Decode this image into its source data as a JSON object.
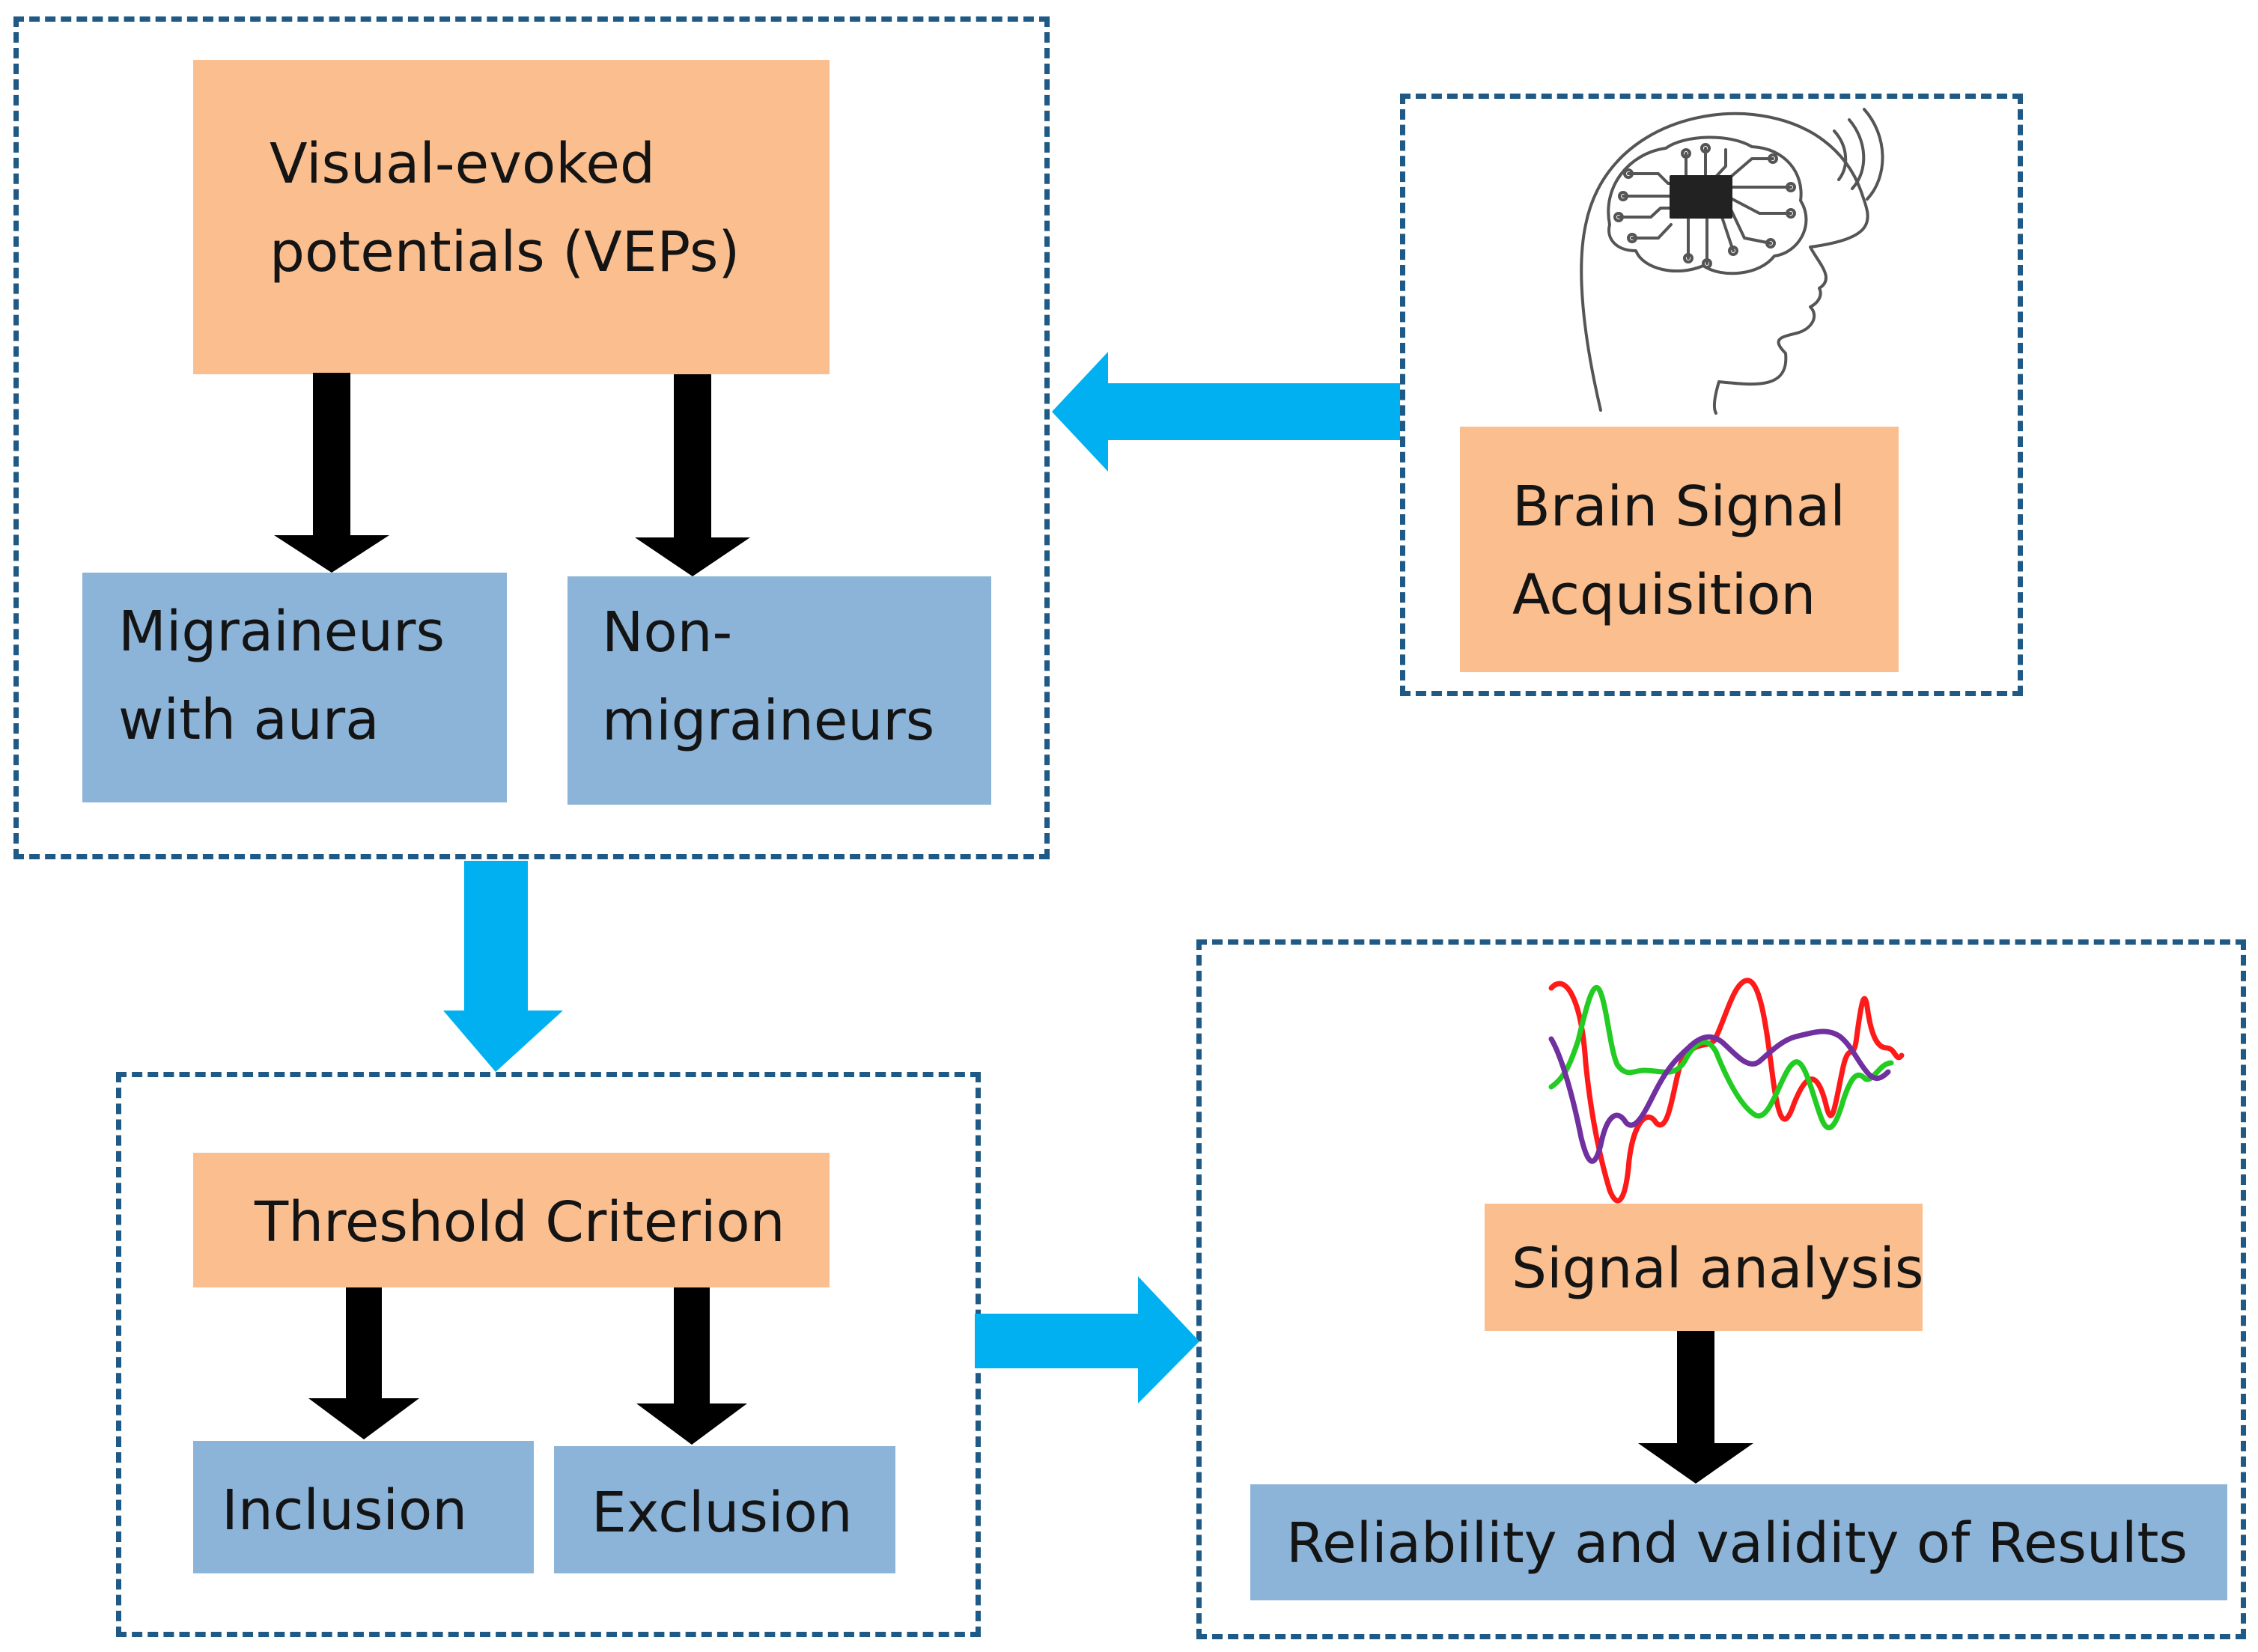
{
  "vep_panel": {
    "title_line1": "Visual-evoked",
    "title_line2": "potentials (VEPs)",
    "group1_line1": "Migraineurs",
    "group1_line2": "with aura",
    "group2_line1": "Non-",
    "group2_line2": "migraineurs"
  },
  "acquisition_panel": {
    "label_line1": "Brain Signal",
    "label_line2": "Acquisition",
    "icon": "brain-circuit-head-icon"
  },
  "threshold_panel": {
    "title": "Threshold Criterion",
    "option1": "Inclusion",
    "option2": "Exclusion"
  },
  "analysis_panel": {
    "title": "Signal analysis",
    "result": "Reliability and validity of Results",
    "icon": "eeg-waveform-icon"
  },
  "colors": {
    "orange_box": "#fbbf8f",
    "blue_box": "#8cb4d8",
    "panel_border": "#1f5a86",
    "flow_arrow": "#00b0f0",
    "inner_arrow": "#000000"
  }
}
